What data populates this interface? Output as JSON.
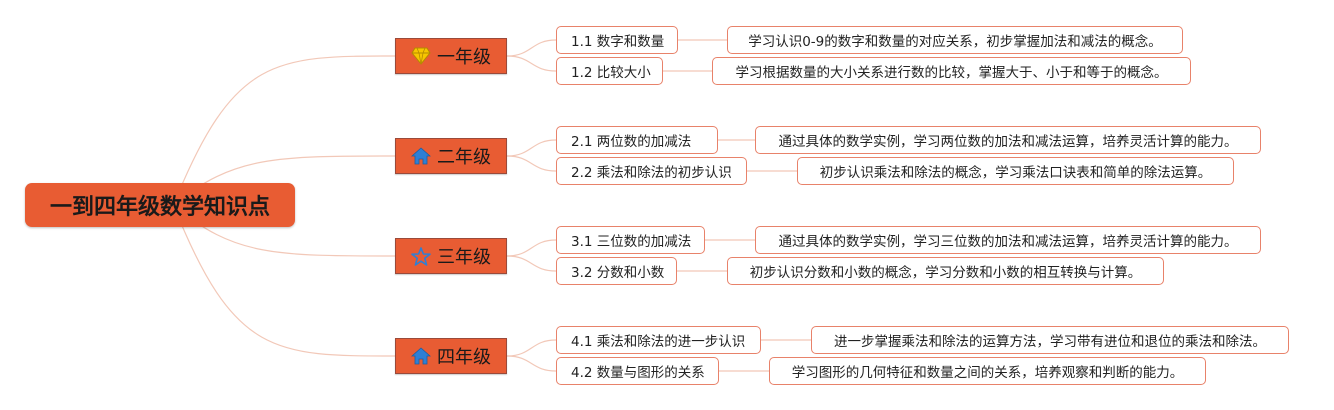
{
  "root": {
    "label": "一到四年级数学知识点"
  },
  "colors": {
    "accent": "#e85c33",
    "border": "#e8826a",
    "link": "#f2c8b8"
  },
  "grades": [
    {
      "label": "一年级",
      "icon": "diamond-icon",
      "topics": [
        {
          "label": "1.1 数字和数量",
          "desc": "学习认识0-9的数字和数量的对应关系，初步掌握加法和减法的概念。"
        },
        {
          "label": "1.2 比较大小",
          "desc": "学习根据数量的大小关系进行数的比较，掌握大于、小于和等于的概念。"
        }
      ]
    },
    {
      "label": "二年级",
      "icon": "house-icon",
      "topics": [
        {
          "label": "2.1 两位数的加减法",
          "desc": "通过具体的数学实例，学习两位数的加法和减法运算，培养灵活计算的能力。"
        },
        {
          "label": "2.2 乘法和除法的初步认识",
          "desc": "初步认识乘法和除法的概念，学习乘法口诀表和简单的除法运算。"
        }
      ]
    },
    {
      "label": "三年级",
      "icon": "star-icon",
      "topics": [
        {
          "label": "3.1 三位数的加减法",
          "desc": "通过具体的数学实例，学习三位数的加法和减法运算，培养灵活计算的能力。"
        },
        {
          "label": "3.2 分数和小数",
          "desc": "初步认识分数和小数的概念，学习分数和小数的相互转换与计算。"
        }
      ]
    },
    {
      "label": "四年级",
      "icon": "house-icon",
      "topics": [
        {
          "label": "4.1 乘法和除法的进一步认识",
          "desc": "进一步掌握乘法和除法的运算方法，学习带有进位和退位的乘法和除法。"
        },
        {
          "label": "4.2 数量与图形的关系",
          "desc": "学习图形的几何特征和数量之间的关系，培养观察和判断的能力。"
        }
      ]
    }
  ]
}
